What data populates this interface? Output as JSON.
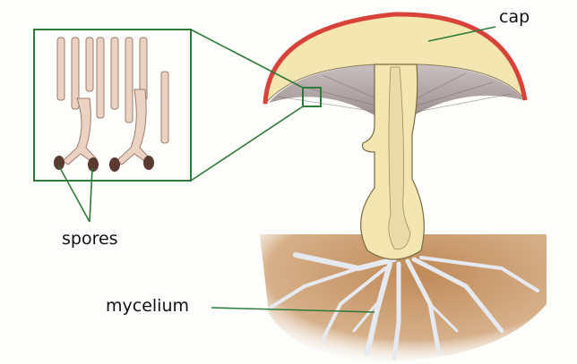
{
  "labels": {
    "cap": "cap",
    "spores": "spores",
    "mycelium": "mycelium"
  },
  "colors": {
    "leader_line": "#2f7a3a",
    "cap_flesh": "#f3e6b0",
    "cap_rim": "#d9423a",
    "soil": "#c99a6a",
    "mycelium": "#e4e8ee"
  }
}
